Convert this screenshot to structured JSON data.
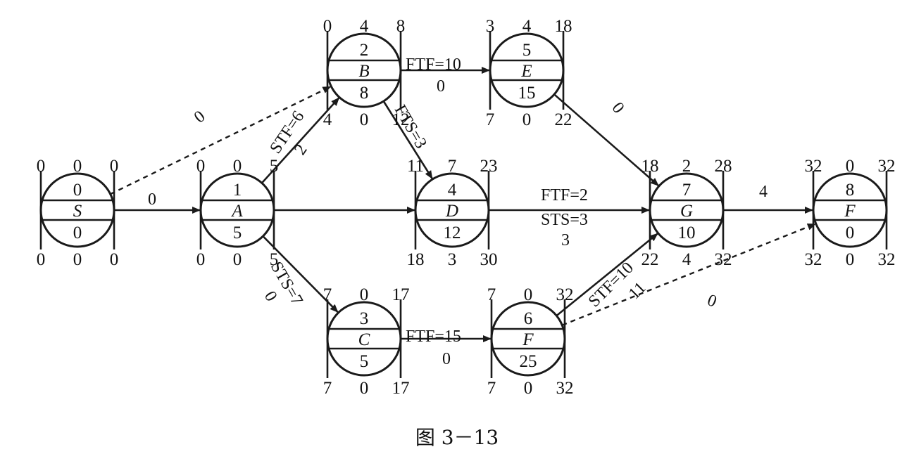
{
  "caption": "图 3－13",
  "colors": {
    "ink": "#1a1a1a",
    "background": "#ffffff"
  },
  "nodes": [
    {
      "id": "S",
      "name": "S",
      "top": "0",
      "bottom": "0",
      "tl": "0",
      "tm": "0",
      "tr": "0",
      "bl": "0",
      "bm": "0",
      "br": "0"
    },
    {
      "id": "A",
      "name": "A",
      "top": "1",
      "bottom": "5",
      "tl": "0",
      "tm": "0",
      "tr": "5",
      "bl": "0",
      "bm": "0",
      "br": "5"
    },
    {
      "id": "B",
      "name": "B",
      "top": "2",
      "bottom": "8",
      "tl": "0",
      "tm": "4",
      "tr": "8",
      "bl": "4",
      "bm": "0",
      "br": "12"
    },
    {
      "id": "E",
      "name": "E",
      "top": "5",
      "bottom": "15",
      "tl": "3",
      "tm": "4",
      "tr": "18",
      "bl": "7",
      "bm": "0",
      "br": "22"
    },
    {
      "id": "D",
      "name": "D",
      "top": "4",
      "bottom": "12",
      "tl": "11",
      "tm": "7",
      "tr": "23",
      "bl": "18",
      "bm": "3",
      "br": "30"
    },
    {
      "id": "G",
      "name": "G",
      "top": "7",
      "bottom": "10",
      "tl": "18",
      "tm": "2",
      "tr": "28",
      "bl": "22",
      "bm": "4",
      "br": "32"
    },
    {
      "id": "F2",
      "name": "F",
      "top": "8",
      "bottom": "0",
      "tl": "32",
      "tm": "0",
      "tr": "32",
      "bl": "32",
      "bm": "0",
      "br": "32"
    },
    {
      "id": "C",
      "name": "C",
      "top": "3",
      "bottom": "5",
      "tl": "7",
      "tm": "0",
      "tr": "17",
      "bl": "7",
      "bm": "0",
      "br": "17"
    },
    {
      "id": "F1",
      "name": "F",
      "top": "6",
      "bottom": "25",
      "tl": "7",
      "tm": "0",
      "tr": "32",
      "bl": "7",
      "bm": "0",
      "br": "32"
    }
  ],
  "edges": [
    {
      "from": "S",
      "to": "A",
      "style": "solid"
    },
    {
      "from": "S",
      "to": "B",
      "style": "dashed"
    },
    {
      "from": "A",
      "to": "B",
      "style": "solid"
    },
    {
      "from": "A",
      "to": "D",
      "style": "solid"
    },
    {
      "from": "A",
      "to": "C",
      "style": "solid"
    },
    {
      "from": "B",
      "to": "E",
      "style": "solid"
    },
    {
      "from": "B",
      "to": "D",
      "style": "solid"
    },
    {
      "from": "E",
      "to": "G",
      "style": "solid"
    },
    {
      "from": "D",
      "to": "G",
      "style": "solid"
    },
    {
      "from": "G",
      "to": "F2",
      "style": "solid"
    },
    {
      "from": "C",
      "to": "F1",
      "style": "solid"
    },
    {
      "from": "F1",
      "to": "G",
      "style": "solid"
    },
    {
      "from": "F1",
      "to": "F2",
      "style": "dashed"
    }
  ],
  "edge_labels": {
    "s_a": "0",
    "s_b": "0",
    "a_b_rel": "STF=6",
    "a_b_free": "2",
    "a_c_rel": "STS=7",
    "a_c_free": "0",
    "b_e_rel": "FTF=10",
    "b_e_free": "0",
    "b_d_rel": "FTS=3",
    "e_g": "0",
    "d_g_rel1": "FTF=2",
    "d_g_rel2": "STS=3",
    "d_g_free": "3",
    "g_f": "4",
    "c_f_rel": "FTF=15",
    "c_f_free": "0",
    "f_g_rel": "STF=10",
    "f_g_free": "11",
    "f_f_free": "0"
  }
}
